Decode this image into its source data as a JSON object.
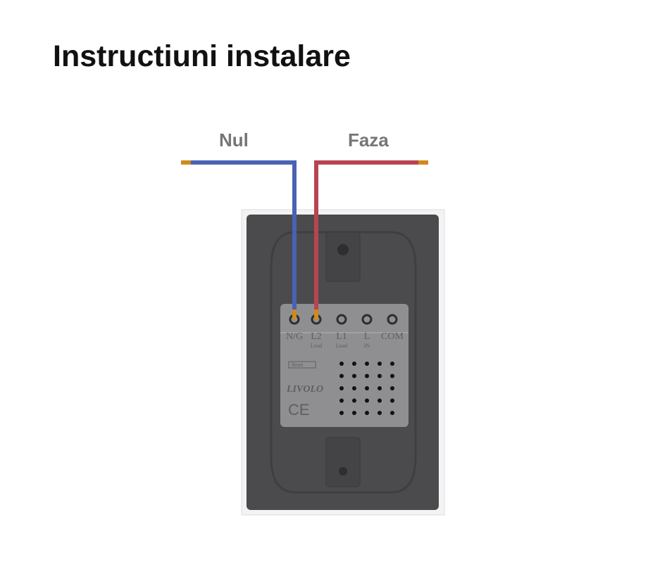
{
  "title": "Instructiuni instalare",
  "wires": {
    "neutral": {
      "label": "Nul",
      "color": "#4a62b4"
    },
    "phase": {
      "label": "Faza",
      "color": "#b84452"
    }
  },
  "module": {
    "terminals": [
      {
        "label": "N/G",
        "sub": ""
      },
      {
        "label": "L2",
        "sub": "Load"
      },
      {
        "label": "L1",
        "sub": "Load"
      },
      {
        "label": "L",
        "sub": "IN"
      },
      {
        "label": "COM",
        "sub": ""
      }
    ],
    "strip_gauge": "8mm",
    "brand": "LIVOLO",
    "mark": "CE"
  }
}
